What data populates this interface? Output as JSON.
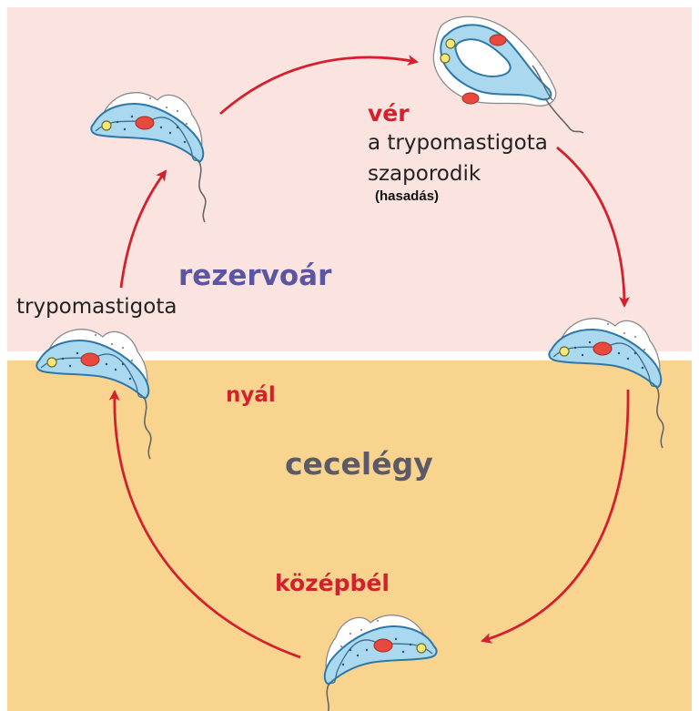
{
  "labels": {
    "blood": "vér",
    "blood_desc_1": "a trypomastigota",
    "blood_desc_2": "szaporodik",
    "blood_desc_3": "(hasadás)",
    "reservoir": "rezervoár",
    "trypomastigote": "trypomastigota",
    "saliva": "nyál",
    "tsetse": "cecelégy",
    "midgut": "középbél"
  },
  "colors": {
    "top_background": "#fbe4df",
    "bottom_background": "#f8d48e",
    "arrow": "#d2202e",
    "reservoir_text": "#5b56a3",
    "tsetse_text": "#5c5a66",
    "body_fill": "#a9d8ef",
    "body_stroke": "#2f78a6",
    "nucleus": "#e8493c",
    "kinetoplast": "#f5e77a"
  },
  "icons": [
    "trypanosome-icon"
  ]
}
